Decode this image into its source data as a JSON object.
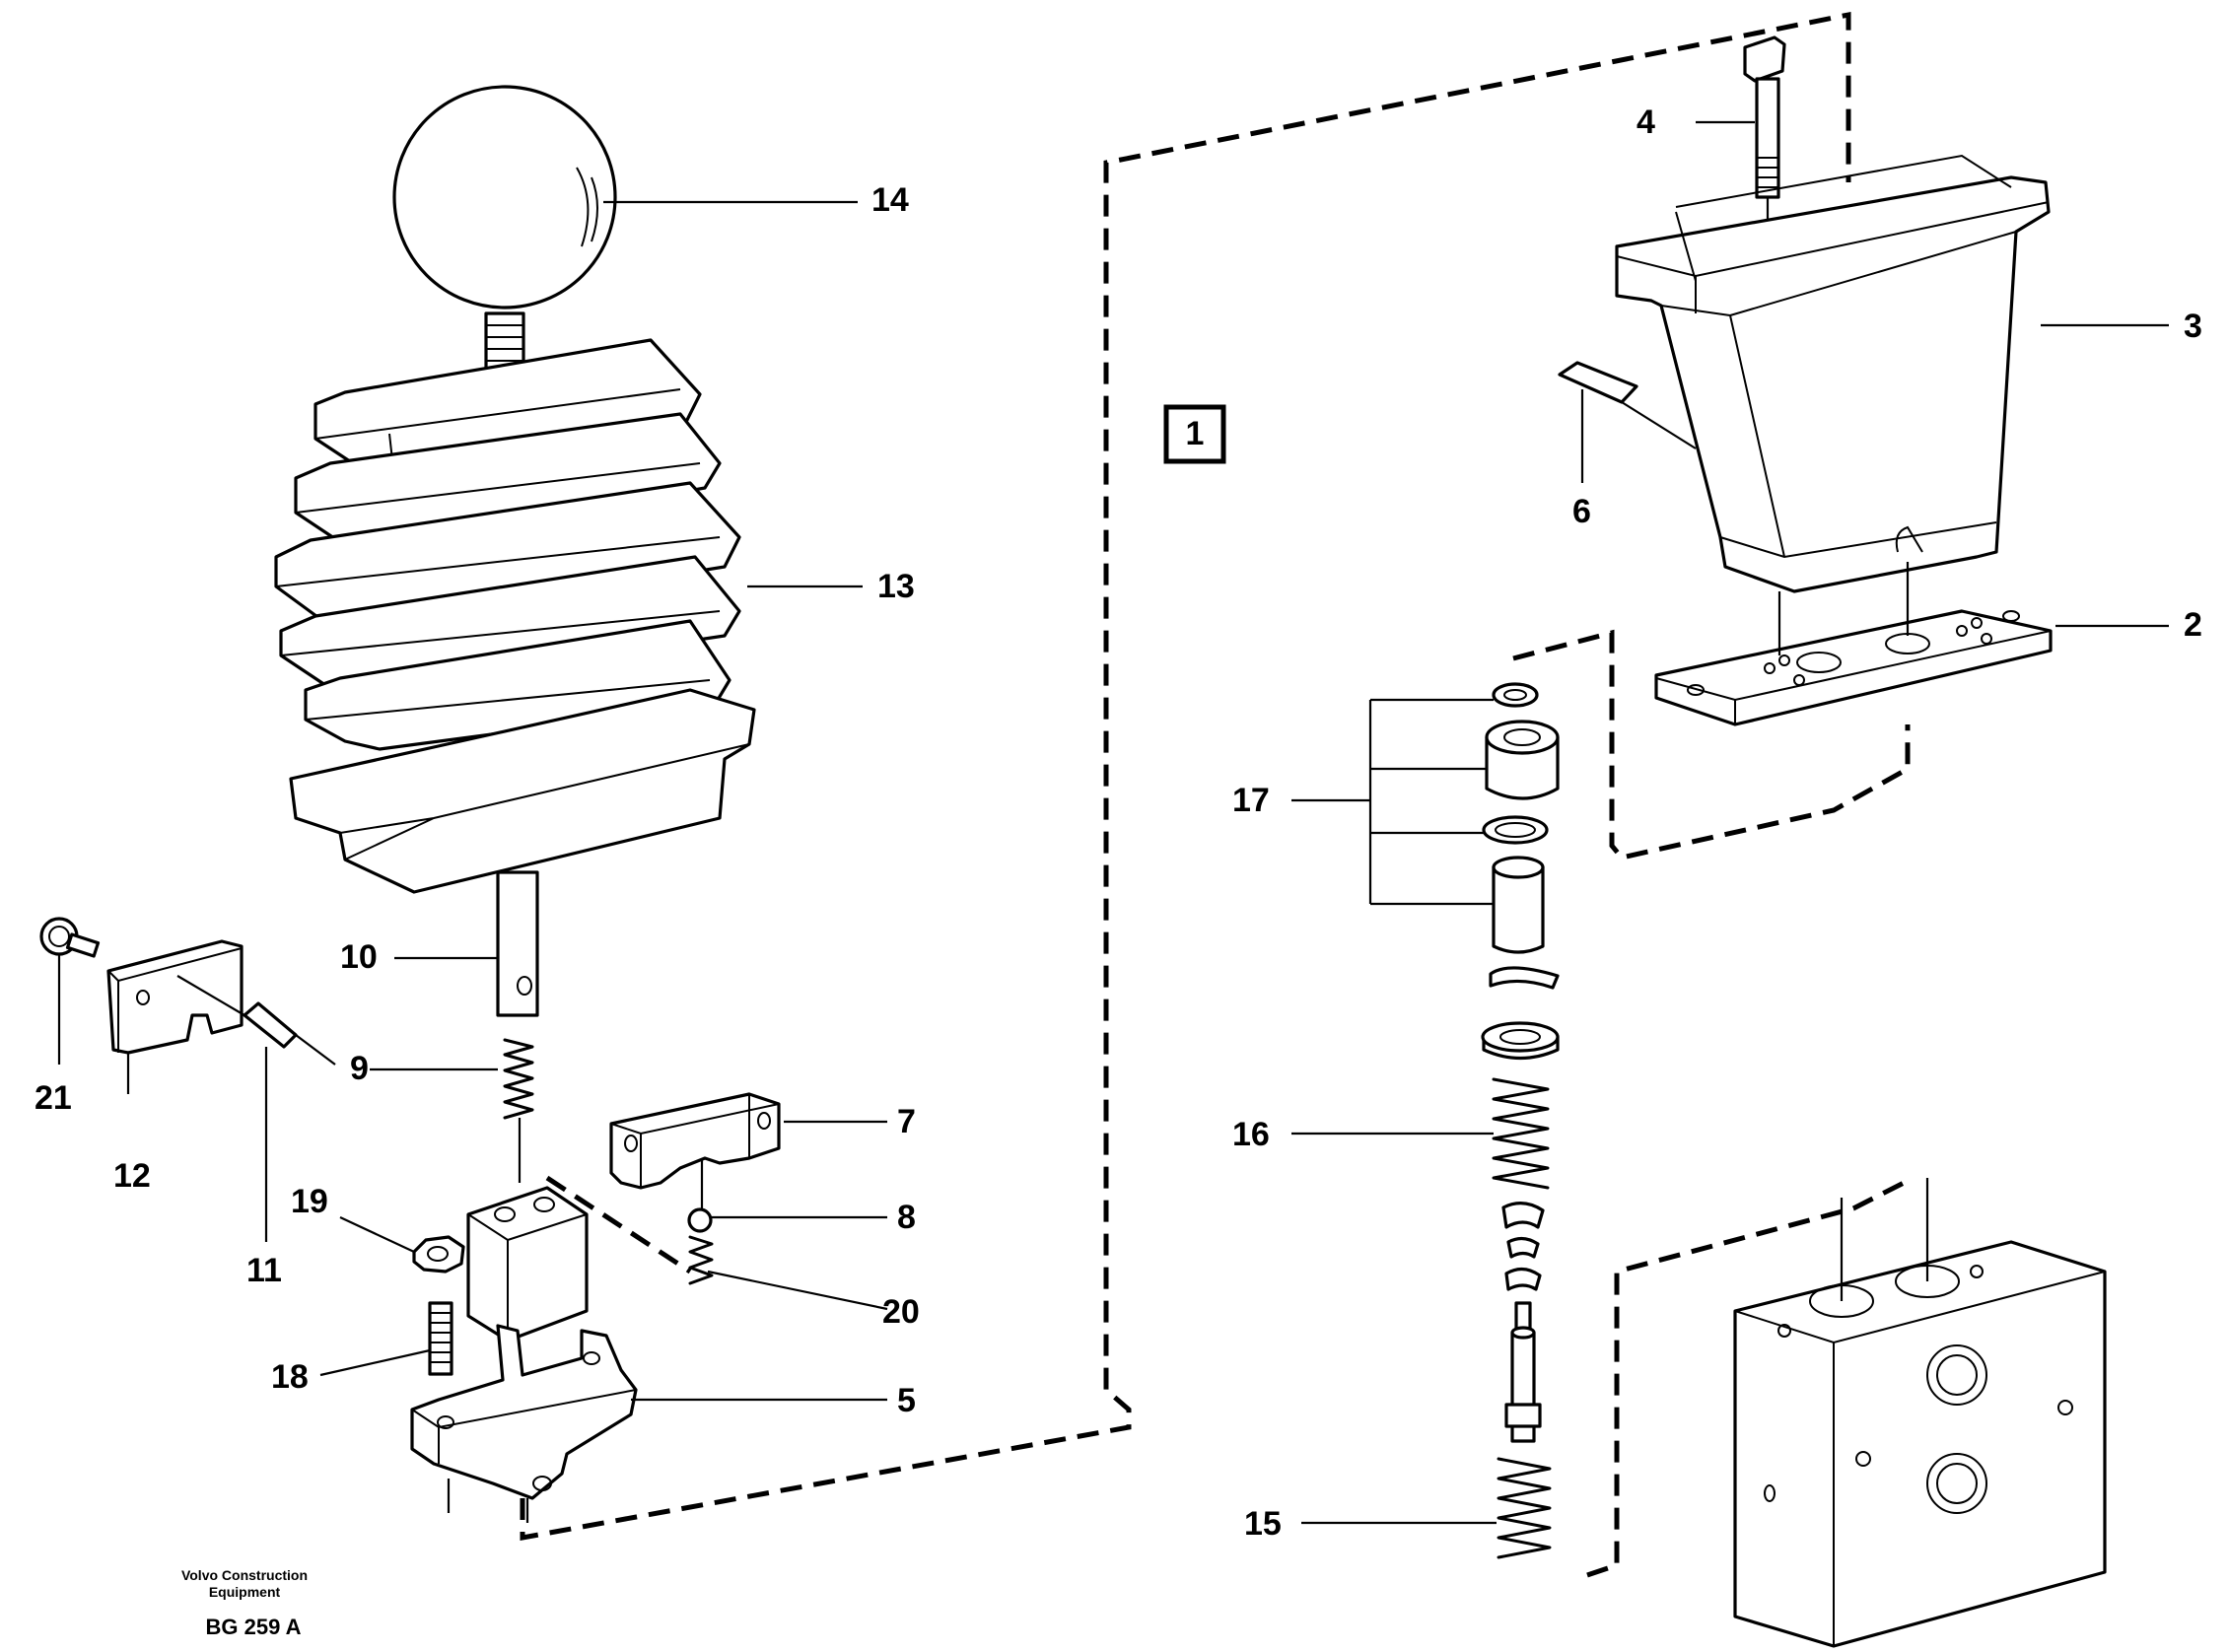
{
  "callouts": {
    "c1": "1",
    "c2": "2",
    "c3": "3",
    "c4": "4",
    "c5": "5",
    "c6": "6",
    "c7": "7",
    "c8": "8",
    "c9": "9",
    "c10": "10",
    "c11": "11",
    "c12": "12",
    "c13": "13",
    "c14": "14",
    "c15": "15",
    "c16": "16",
    "c17": "17",
    "c18": "18",
    "c19": "19",
    "c20": "20",
    "c21": "21"
  },
  "footer": {
    "company_line1": "Volvo Construction",
    "company_line2": "Equipment",
    "drawing_code": "BG 259 A"
  }
}
